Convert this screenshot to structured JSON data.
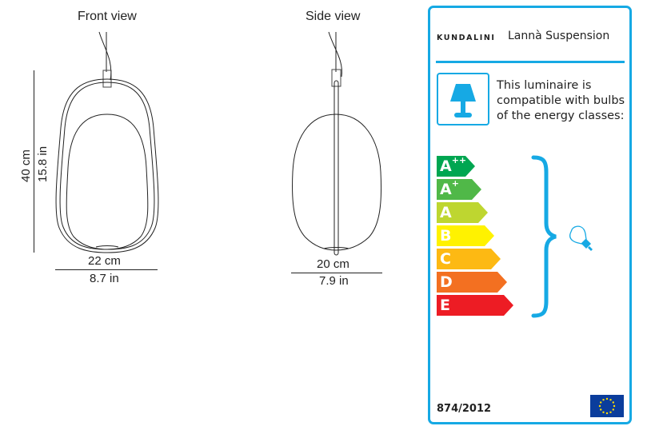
{
  "front_view": {
    "title": "Front view",
    "height_cm": "40 cm",
    "height_in": "15.8 in",
    "width_cm": "22 cm",
    "width_in": "8.7 in"
  },
  "side_view": {
    "title": "Side view",
    "width_cm": "20 cm",
    "width_in": "7.9 in"
  },
  "energy_label": {
    "brand": "KUNDALINI",
    "product": "Lannà Suspension",
    "icon": "table-lamp-icon",
    "compat_text": "This luminaire is compatible with bulbs of the energy classes:",
    "classes": [
      {
        "letter": "A",
        "sup": "++",
        "color": "#00a651"
      },
      {
        "letter": "A",
        "sup": "+",
        "color": "#50b848"
      },
      {
        "letter": "A",
        "sup": "",
        "color": "#bed630"
      },
      {
        "letter": "B",
        "sup": "",
        "color": "#fff200"
      },
      {
        "letter": "C",
        "sup": "",
        "color": "#fdb913"
      },
      {
        "letter": "D",
        "sup": "",
        "color": "#f37021"
      },
      {
        "letter": "E",
        "sup": "",
        "color": "#ed1c24"
      }
    ],
    "bulb_icon": "light-bulb-icon",
    "regulation": "874/2012",
    "flag_icon": "eu-flag-icon",
    "accent_color": "#16a9e4"
  }
}
